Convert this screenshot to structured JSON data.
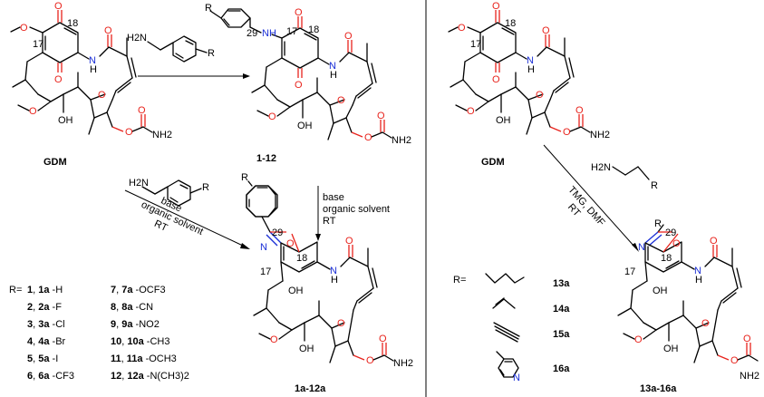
{
  "compounds": {
    "gdm_left": "GDM",
    "gdm_right": "GDM",
    "product_1_12": "1-12",
    "product_1a_12a": "1a-12a",
    "product_13a_16a": "13a-16a"
  },
  "atom_numbers": {
    "c18_a": "18",
    "c17_a": "17",
    "c29_b": "29",
    "c17_b": "17",
    "c18_b": "18",
    "c29_c": "29",
    "c18_c": "18",
    "c17_c": "17",
    "c18_d": "18",
    "c17_d": "17",
    "c29_e": "29",
    "c18_e": "18",
    "c17_e": "17"
  },
  "atoms": {
    "O": "O",
    "N": "N",
    "H": "H",
    "NH": "NH",
    "OH": "OH",
    "NH2": "NH2",
    "H2N": "H2N",
    "R": "R"
  },
  "conditions": {
    "base": "base",
    "organic_solvent": "organic solvent",
    "rt": "RT",
    "tmg_dmf": "TMG, DMF"
  },
  "r_groups_left": [
    {
      "num": "1",
      "sep": ", ",
      "numa": "1a",
      "sub": "-H"
    },
    {
      "num": "2",
      "sep": ", ",
      "numa": "2a",
      "sub": "-F"
    },
    {
      "num": "3",
      "sep": ", ",
      "numa": "3a",
      "sub": "-Cl"
    },
    {
      "num": "4",
      "sep": ", ",
      "numa": "4a",
      "sub": "-Br"
    },
    {
      "num": "5",
      "sep": ", ",
      "numa": "5a",
      "sub": "-I"
    },
    {
      "num": "6",
      "sep": ", ",
      "numa": "6a",
      "sub": "-CF3"
    },
    {
      "num": "7",
      "sep": ", ",
      "numa": "7a",
      "sub": "-OCF3"
    },
    {
      "num": "8",
      "sep": ", ",
      "numa": "8a",
      "sub": "-CN"
    },
    {
      "num": "9",
      "sep": ", ",
      "numa": "9a",
      "sub": "-NO2"
    },
    {
      "num": "10",
      "sep": ", ",
      "numa": "10a",
      "sub": "-CH3"
    },
    {
      "num": "11",
      "sep": ", ",
      "numa": "11a",
      "sub": "-OCH3"
    },
    {
      "num": "12",
      "sep": ", ",
      "numa": "12a",
      "sub": "-N(CH3)2"
    }
  ],
  "r_label": "R=",
  "r_groups_right": [
    "13a",
    "14a",
    "15a",
    "16a"
  ]
}
